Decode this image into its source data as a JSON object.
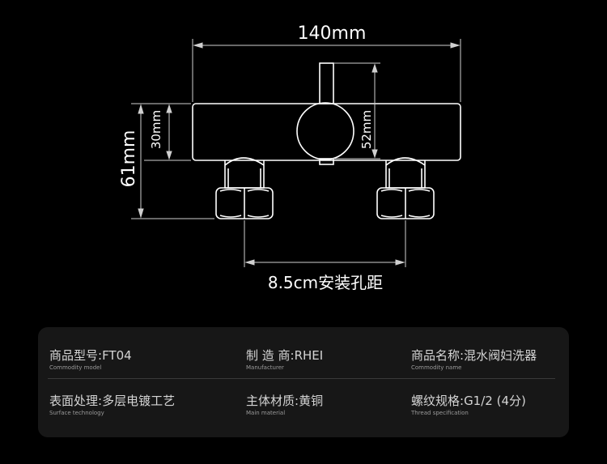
{
  "dimensions": {
    "width_total": "140mm",
    "height_total": "61mm",
    "height_body": "30mm",
    "height_handle": "52mm",
    "hole_spacing": "8.5cm安装孔距"
  },
  "specs": [
    {
      "label": "商品型号:",
      "value": "FT04",
      "en": "Commodity model"
    },
    {
      "label": "制 造 商:",
      "value": "RHEI",
      "en": "Manufacturer"
    },
    {
      "label": "商品名称:",
      "value": "混水阀妇洗器",
      "en": "Commodity name"
    },
    {
      "label": "表面处理:",
      "value": "多层电镀工艺",
      "en": "Surface technology"
    },
    {
      "label": "主体材质:",
      "value": "黄铜",
      "en": "Main material"
    },
    {
      "label": "螺纹规格:",
      "value": "G1/2 (4分)",
      "en": "Thread specification"
    }
  ],
  "colors": {
    "background": "#000000",
    "panel": "#171717",
    "line": "#ffffff",
    "text": "#d4d4d4"
  }
}
